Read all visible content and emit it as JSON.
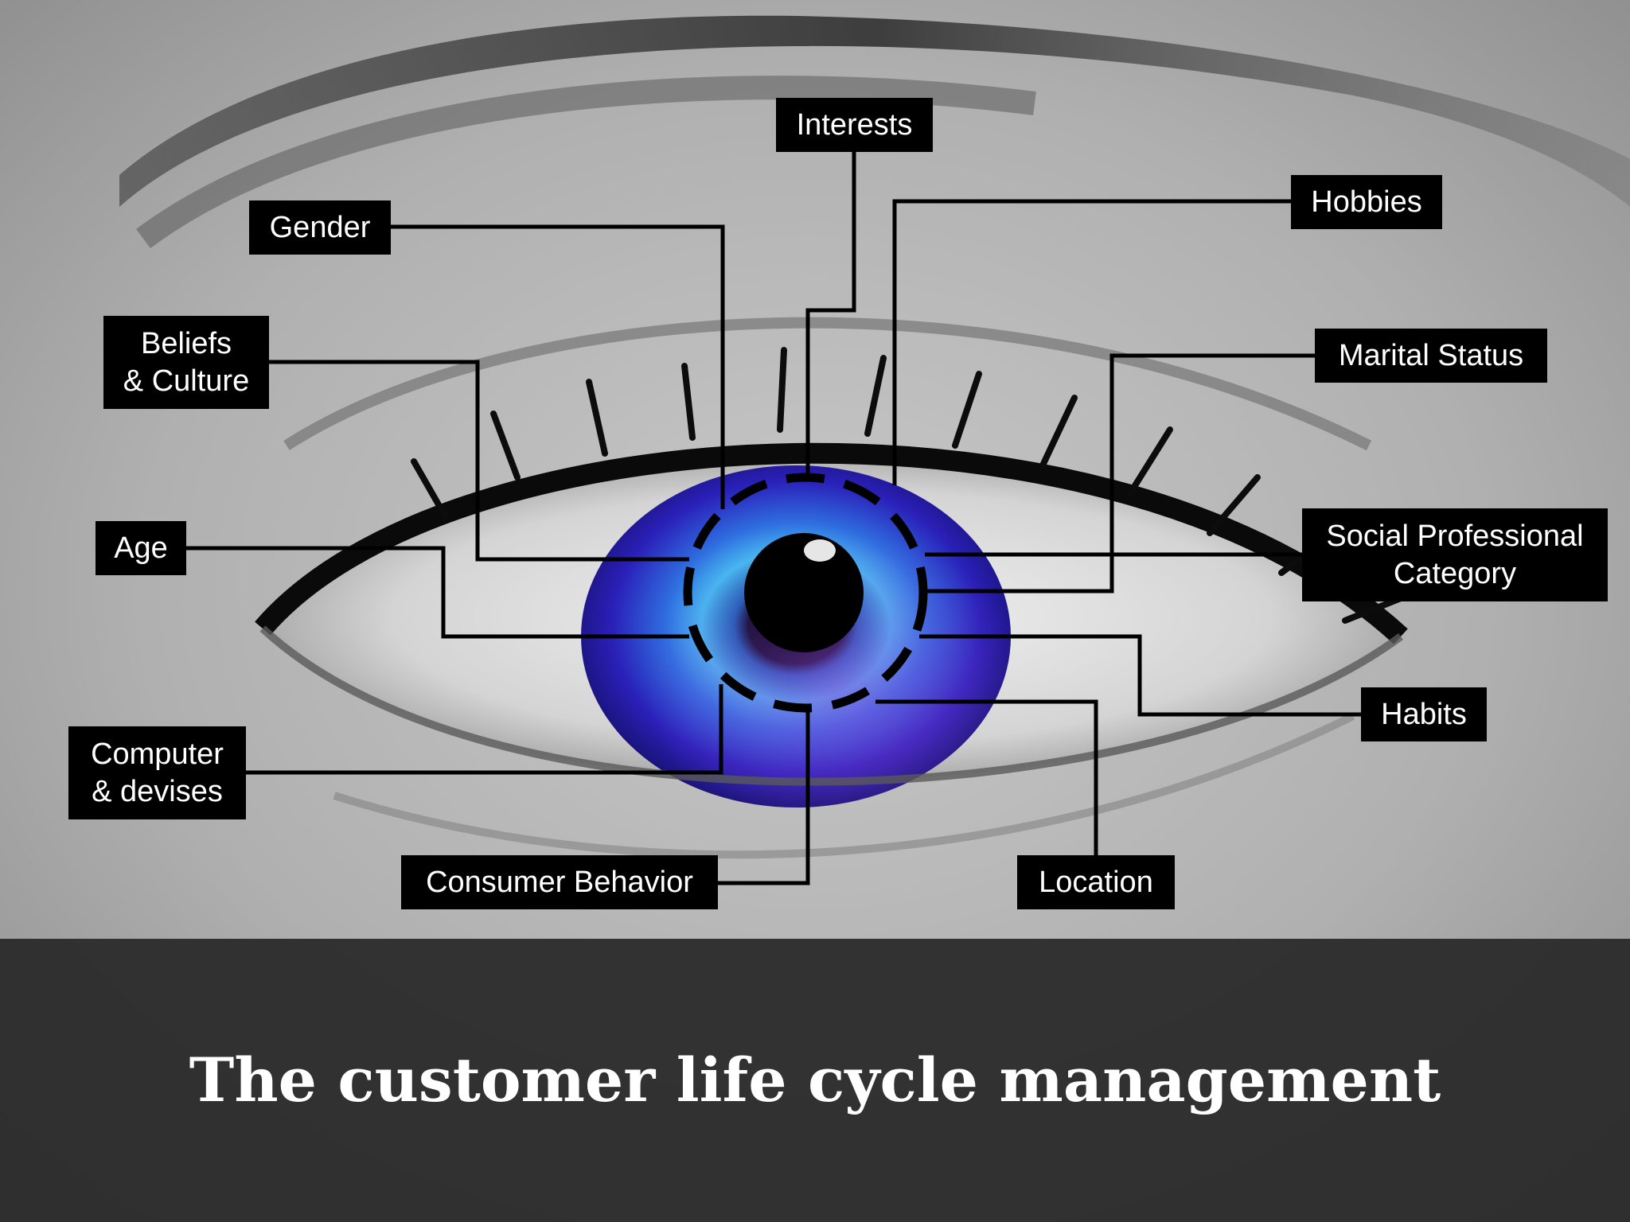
{
  "slide": {
    "title": "The customer life cycle management"
  },
  "labels": {
    "interests": "Interests",
    "gender": "Gender",
    "hobbies": "Hobbies",
    "beliefs": "Beliefs\n& Culture",
    "marital": "Marital Status",
    "age": "Age",
    "social": "Social Professional\nCategory",
    "habits": "Habits",
    "computer": "Computer\n& devises",
    "consumer": "Consumer Behavior",
    "location": "Location"
  },
  "colors": {
    "label_bg": "#000000",
    "label_text": "#ffffff",
    "iris_outer": "#2a1fb8",
    "iris_inner": "#3fb0ee",
    "caption_band": "#282828",
    "connector": "#000000"
  },
  "icons": {
    "eye": "eye-photo"
  }
}
